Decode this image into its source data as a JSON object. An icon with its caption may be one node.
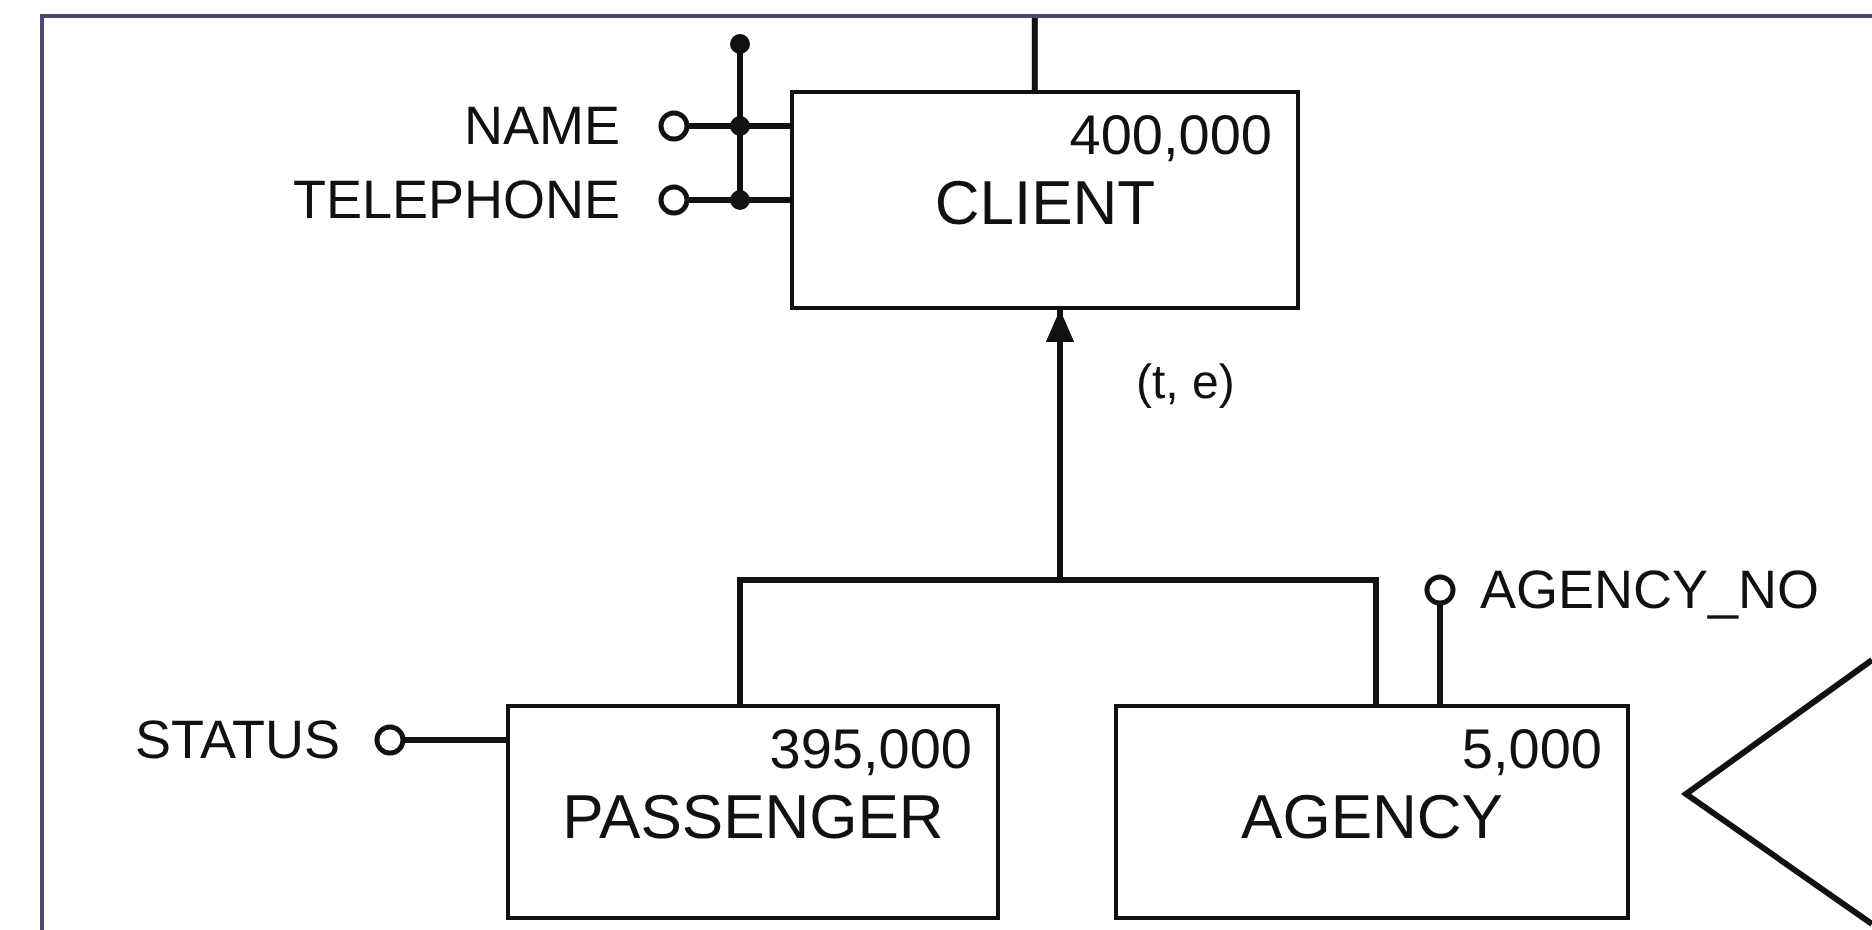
{
  "diagram": {
    "nodes": [
      {
        "text": [
          "NAME"
        ]
      },
      {
        "text": [
          "TELEPHONE"
        ]
      },
      {
        "text": [
          "400,000",
          "CLIENT"
        ]
      },
      {
        "text": [
          "AGENCY_NO"
        ]
      },
      {
        "text": [
          "STATUS"
        ]
      },
      {
        "text": [
          "395,000",
          "PASSENGER"
        ]
      },
      {
        "text": [
          "5,000",
          "AGENCY"
        ]
      },
      {
        "text": [],
        "shape": "diamond"
      }
    ],
    "edges": [
      {
        "from": 0,
        "to": 2,
        "arrow": "other"
      },
      {
        "from": 1,
        "to": 2,
        "arrow": "other"
      },
      {
        "from": 2,
        "to": null,
        "arrow": "none"
      },
      {
        "from": 5,
        "to": 2,
        "arrow": "to"
      },
      {
        "from": 6,
        "to": 2,
        "arrow": "to"
      },
      {
        "from": 3,
        "to": 6,
        "arrow": "other"
      },
      {
        "from": 4,
        "to": 5,
        "arrow": "other"
      }
    ],
    "labels": [
      "(t, e)"
    ]
  }
}
